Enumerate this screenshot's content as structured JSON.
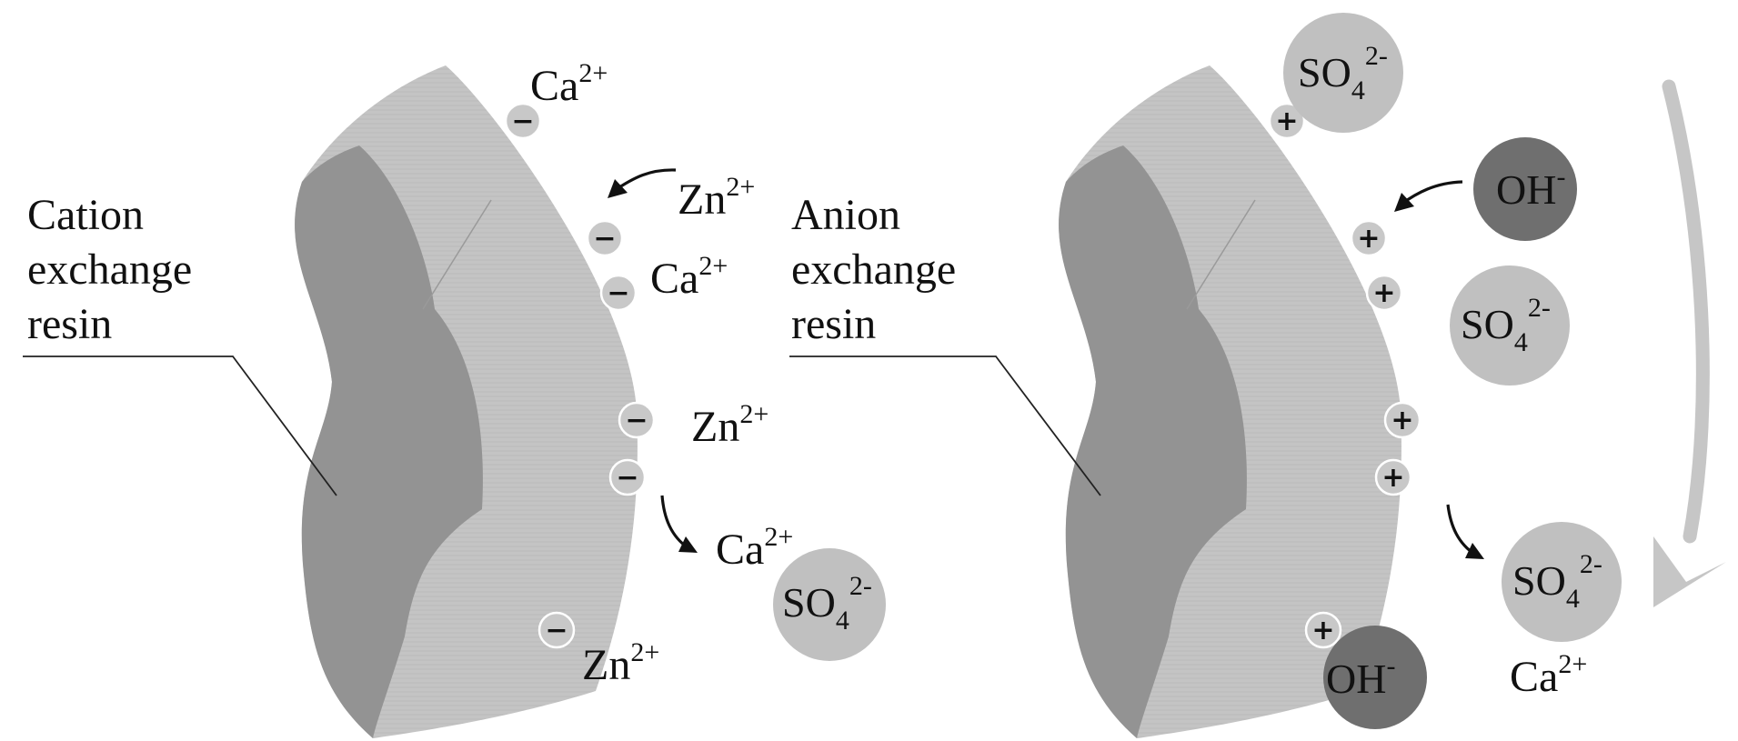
{
  "left_panel": {
    "label_lines": [
      "Cation",
      "exchange",
      "resin"
    ],
    "site_sign": "−",
    "ions": {
      "ca_top": {
        "base": "Ca",
        "charge": "2+"
      },
      "zn_1": {
        "base": "Zn",
        "charge": "2+"
      },
      "ca_mid": {
        "base": "Ca",
        "charge": "2+"
      },
      "zn_2": {
        "base": "Zn",
        "charge": "2+"
      },
      "ca_low": {
        "base": "Ca",
        "charge": "2+"
      },
      "zn_bottom": {
        "base": "Zn",
        "charge": "2+"
      }
    },
    "sulfate": {
      "base": "SO",
      "sub": "4",
      "charge": "2-"
    }
  },
  "right_panel": {
    "label_lines": [
      "Anion",
      "exchange",
      "resin"
    ],
    "site_sign": "+",
    "sulfate_top": {
      "base": "SO",
      "sub": "4",
      "charge": "2-"
    },
    "hydroxide_top": {
      "base": "OH",
      "charge": "-"
    },
    "sulfate_mid": {
      "base": "SO",
      "sub": "4",
      "charge": "2-"
    },
    "sulfate_low": {
      "base": "SO",
      "sub": "4",
      "charge": "2-"
    },
    "calcium": {
      "base": "Ca",
      "charge": "2+"
    },
    "hydroxide_bottom": {
      "base": "OH",
      "charge": "-"
    }
  },
  "colors": {
    "resin_light": "#c4c4c4",
    "resin_dark": "#939393",
    "sulfate_ball": "#c0c0c0",
    "hydroxide_ball": "#6f6f6f",
    "flow_arrow": "#c6c6c6"
  }
}
